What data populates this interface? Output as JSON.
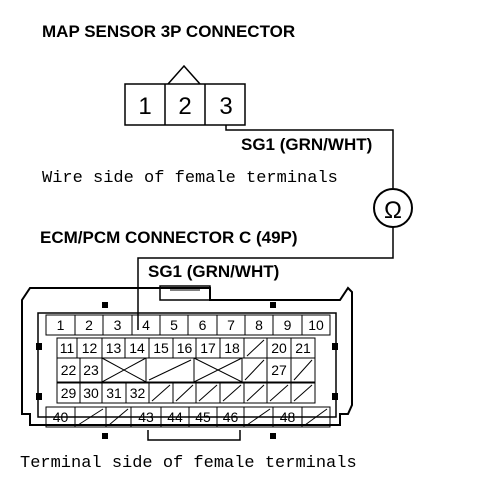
{
  "map_connector": {
    "title": "MAP SENSOR 3P CONNECTOR",
    "pins": [
      "1",
      "2",
      "3"
    ],
    "wire_label": "SG1 (GRN/WHT)",
    "side_note": "Wire side of female terminals"
  },
  "meter_symbol": "Ω",
  "ecm_connector": {
    "title": "ECM/PCM CONNECTOR C (49P)",
    "wire_label": "SG1 (GRN/WHT)",
    "side_note": "Terminal side of female terminals",
    "rows": [
      [
        "1",
        "2",
        "3",
        "4",
        "5",
        "6",
        "7",
        "8",
        "9",
        "10"
      ],
      [
        "11",
        "12",
        "13",
        "14",
        "15",
        "16",
        "17",
        "18",
        "",
        "20",
        "21"
      ],
      [
        "22",
        "23",
        "",
        "",
        "",
        "",
        "",
        "",
        "",
        "27",
        ""
      ],
      [
        "29",
        "30",
        "31",
        "32",
        "",
        "",
        "",
        "",
        "",
        "",
        ""
      ],
      [
        "40",
        "",
        "",
        "43",
        "44",
        "45",
        "46",
        "",
        "48",
        ""
      ]
    ]
  }
}
